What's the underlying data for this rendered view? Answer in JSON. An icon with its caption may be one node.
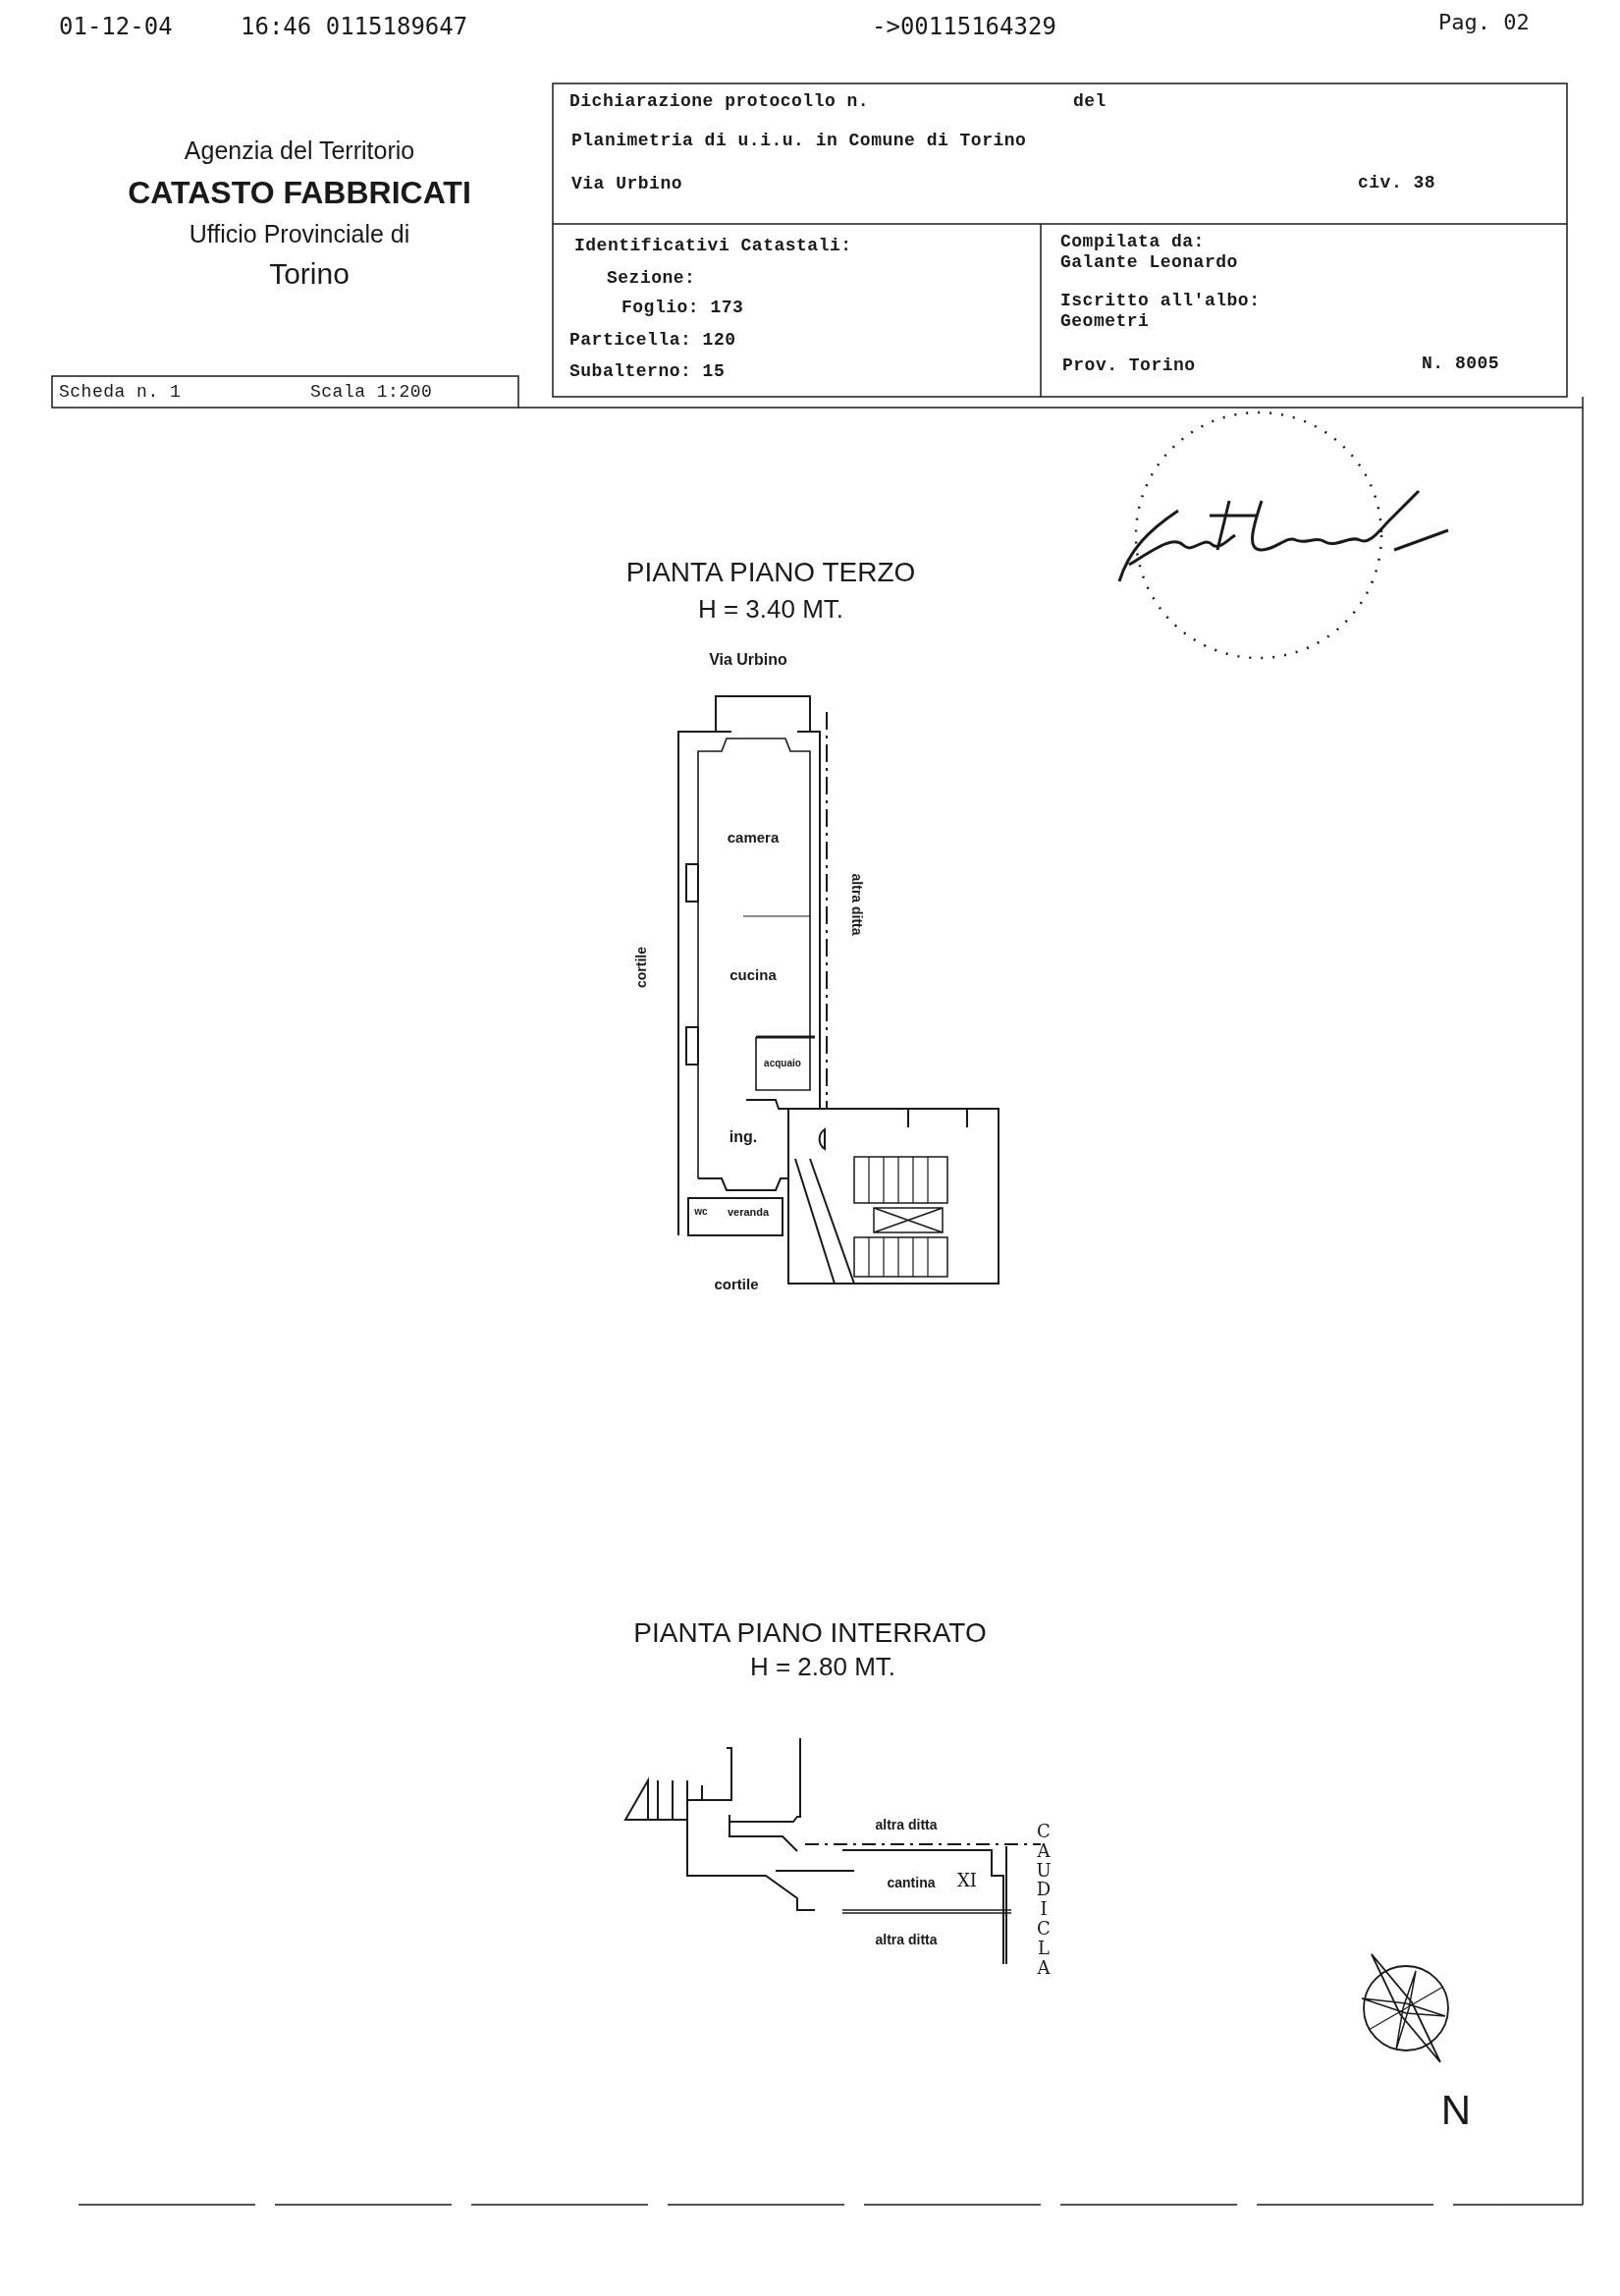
{
  "diagram": {
    "labels": [
      "01-12-04",
      "16:46 0115189647",
      "->00115164329",
      "Pag. 02",
      "Agenzia del Territorio",
      "CATASTO FABBRICATI",
      "Ufficio Provinciale di",
      "Torino",
      "Dichiarazione protocollo n.",
      "del",
      "Planimetria di u.i.u. in Comune di Torino",
      "Via Urbino",
      "civ. 38",
      "Identificativi Catastali:",
      "Sezione:",
      "Foglio: 173",
      "Particella: 120",
      "Subalterno: 15",
      "Compilata da:",
      "Galante Leonardo",
      "Iscritto all'albo:",
      "Geometri",
      "Prov. Torino",
      "N. 8005",
      "Scheda n. 1",
      "Scala 1:200",
      "PIANTA PIANO TERZO",
      "H = 3.40 MT.",
      "Via Urbino",
      "camera",
      "altra ditta",
      "cortile",
      "cucina",
      "acquaio",
      "ing.",
      "wc",
      "veranda",
      "cortile",
      "PIANTA PIANO INTERRATO",
      "H = 2.80 MT.",
      "altra ditta",
      "cantina",
      "XI",
      "altra ditta",
      "CAUDICLA",
      "N"
    ]
  }
}
